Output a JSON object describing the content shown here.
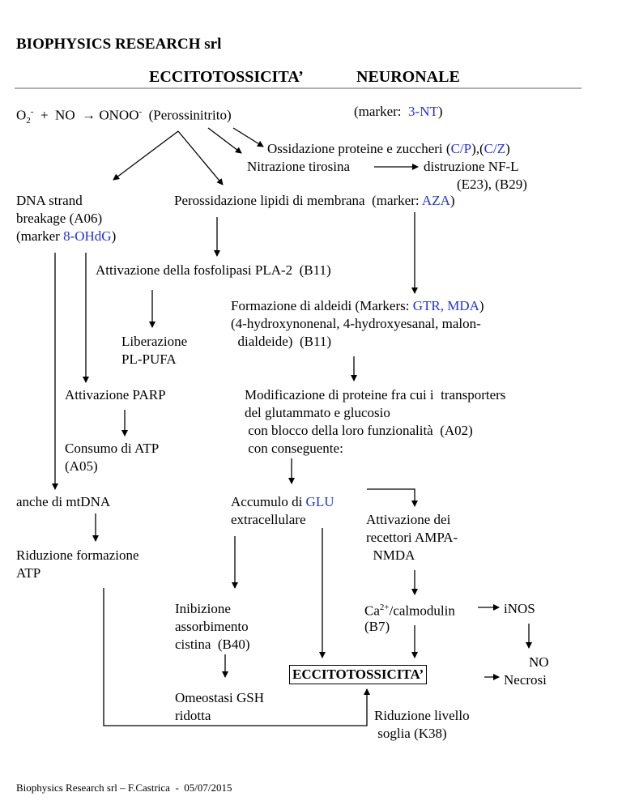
{
  "header": {
    "company": "BIOPHYSICS RESEARCH srl",
    "title_left": "ECCITOTOSSICITA’",
    "title_right": "NEURONALE"
  },
  "reaction": {
    "o2": "O",
    "o2_sub": "2",
    "o2_sup": "-",
    "plus_no": "  +  NO  ",
    "arrow": "→",
    "onoo": " ONOO",
    "onoo_sup": "-",
    "name": "  (Perossinitrito)",
    "marker_prefix": "(marker:  ",
    "marker": "3-NT",
    "marker_suffix": ")"
  },
  "nodes": {
    "ossidazione_pre": "Ossidazione proteine e zuccheri (",
    "ossidazione_m1": "C/P",
    "ossidazione_mid": "),(",
    "ossidazione_m2": "C/Z",
    "ossidazione_post": ")",
    "nitrazione": "Nitrazione tirosina",
    "distruzione": "distruzione NF-L",
    "distruzione_refs": "(E23), (B29)",
    "dna_1": "DNA strand",
    "dna_2": "breakage (A06)",
    "dna_3_pre": "(marker ",
    "dna_3_marker": "8-OHdG",
    "dna_3_post": ")",
    "perossidazione_pre": "Perossidazione lipidi di membrana  (marker: ",
    "perossidazione_marker": "AZA",
    "perossidazione_post": ")",
    "pla2": "Attivazione della fosfolipasi PLA-2  (B11)",
    "aldeidi_1_pre": "Formazione di aldeidi (Markers: ",
    "aldeidi_1_marker": "GTR, MDA",
    "aldeidi_1_post": ")",
    "aldeidi_2": "(4-hydroxynonenal, 4-hydroxyesanal, malon-",
    "aldeidi_3": "  dialdeide)  (B11)",
    "liberazione_1": "Liberazione",
    "liberazione_2": "PL-PUFA",
    "parp": "Attivazione PARP",
    "modificazione_1": "Modificazione di proteine fra cui i  transporters",
    "modificazione_2": "del glutammato e glucosio",
    "modificazione_3": " con blocco della loro funzionalità  (A02)",
    "modificazione_4": " con conseguente:",
    "consumo_1": "Consumo di ATP",
    "consumo_2": "(A05)",
    "mtdna": "anche di mtDNA",
    "accumulo_1_pre": "Accumulo di ",
    "accumulo_1_marker": "GLU",
    "accumulo_2": "extracellulare",
    "ampa_1": "Attivazione dei",
    "ampa_2": "recettori AMPA-",
    "ampa_3": "  NMDA",
    "riduzione_atp_1": "Riduzione formazione",
    "riduzione_atp_2": "ATP",
    "inibizione_1": "Inibizione",
    "inibizione_2": "assorbimento",
    "inibizione_3": "cistina  (B40)",
    "ca_pre": "Ca",
    "ca_sup": "2+",
    "ca_post": "/calmodulin",
    "ca_2": "(B7)",
    "inos": "iNOS",
    "no": "NO",
    "necrosi": "Necrosi",
    "ecci_box": "ECCITOTOSSICITA’",
    "gsh_1": "Omeostasi GSH",
    "gsh_2": "ridotta",
    "soglia_1": "Riduzione livello",
    "soglia_2": " soglia (K38)"
  },
  "colors": {
    "marker": "#2233dd"
  },
  "footer": "Biophysics Research srl – F.Castrica  -  05/07/2015"
}
